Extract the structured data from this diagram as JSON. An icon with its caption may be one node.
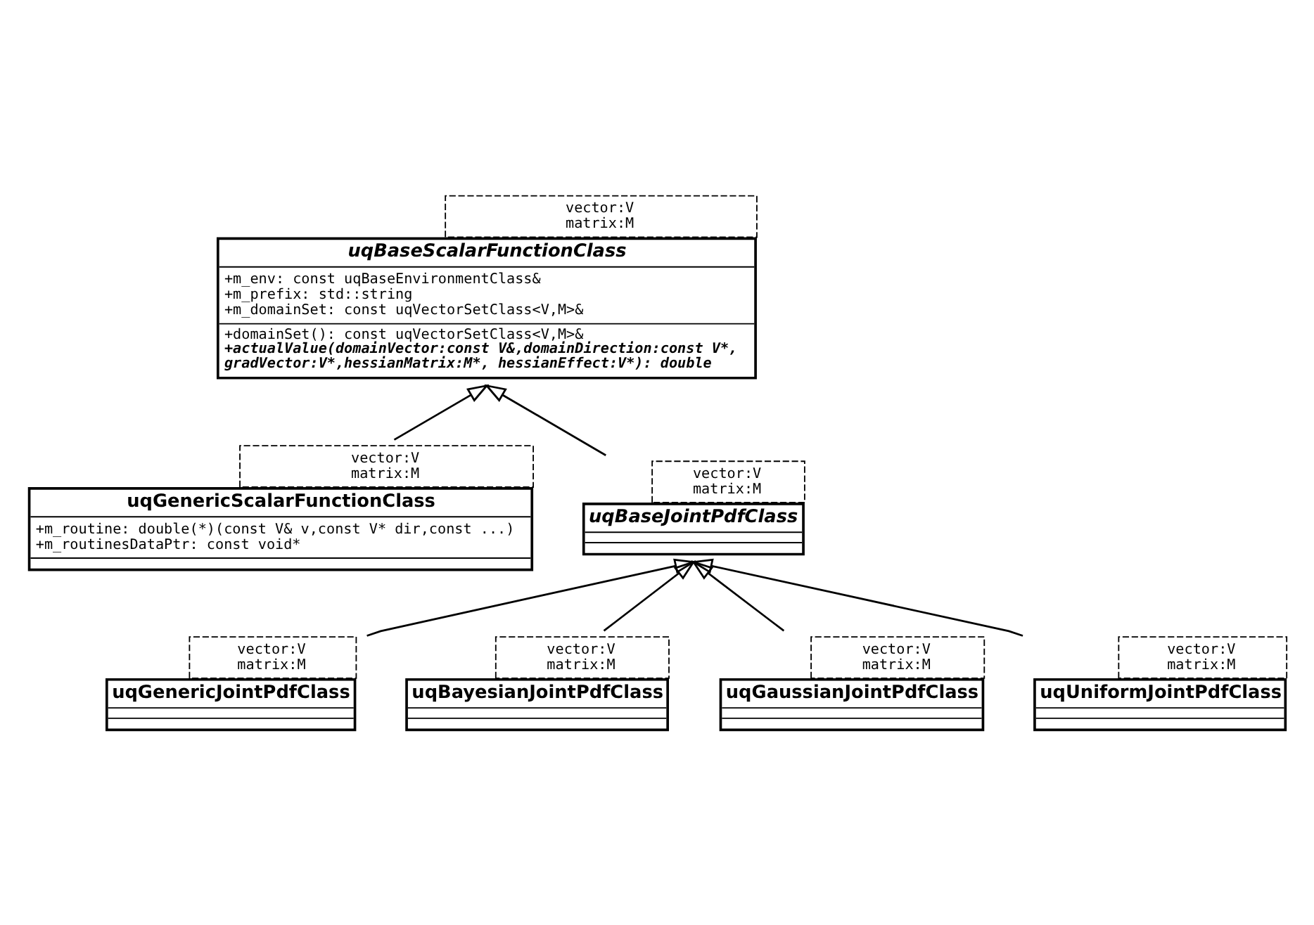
{
  "diagram": {
    "nodes": [
      {
        "text": [
          "uqBaseScalarFunctionClass",
          "+m_env: const uqBaseEnvironmentClass&",
          "+m_prefix: std::string",
          "+m_domainSet: const uqVectorSetClass<V,M>&",
          "+domainSet(): const uqVectorSetClass<V,M>&",
          "+actualValue(domainVector:const V&,domainDirection:const V*, gradVector:V*,hessianMatrix:M*, hessianEffect:V*): double"
        ],
        "beside": [
          "vector:V",
          "matrix:M"
        ]
      },
      {
        "text": [
          "uqGenericScalarFunctionClass",
          "+m_routine: double(*)(const V& v,const V* dir,const ...)",
          "+m_routinesDataPtr: const void*"
        ],
        "beside": [
          "vector:V",
          "matrix:M"
        ]
      },
      {
        "text": [
          "uqBaseJointPdfClass"
        ],
        "beside": [
          "vector:V",
          "matrix:M"
        ]
      },
      {
        "text": [
          "uqGenericJointPdfClass"
        ],
        "beside": [
          "vector:V",
          "matrix:M"
        ]
      },
      {
        "text": [
          "uqBayesianJointPdfClass"
        ],
        "beside": [
          "vector:V",
          "matrix:M"
        ]
      },
      {
        "text": [
          "uqGaussianJointPdfClass"
        ],
        "beside": [
          "vector:V",
          "matrix:M"
        ]
      },
      {
        "text": [
          "uqUniformJointPdfClass"
        ],
        "beside": [
          "vector:V",
          "matrix:M"
        ]
      }
    ],
    "edges": [
      {
        "from": 1,
        "to": 0,
        "arrow": "to"
      },
      {
        "from": 2,
        "to": 0,
        "arrow": "to"
      },
      {
        "from": 3,
        "to": 2,
        "arrow": "to"
      },
      {
        "from": 4,
        "to": 2,
        "arrow": "to"
      },
      {
        "from": 5,
        "to": 2,
        "arrow": "to"
      },
      {
        "from": 6,
        "to": 2,
        "arrow": "to"
      }
    ]
  }
}
